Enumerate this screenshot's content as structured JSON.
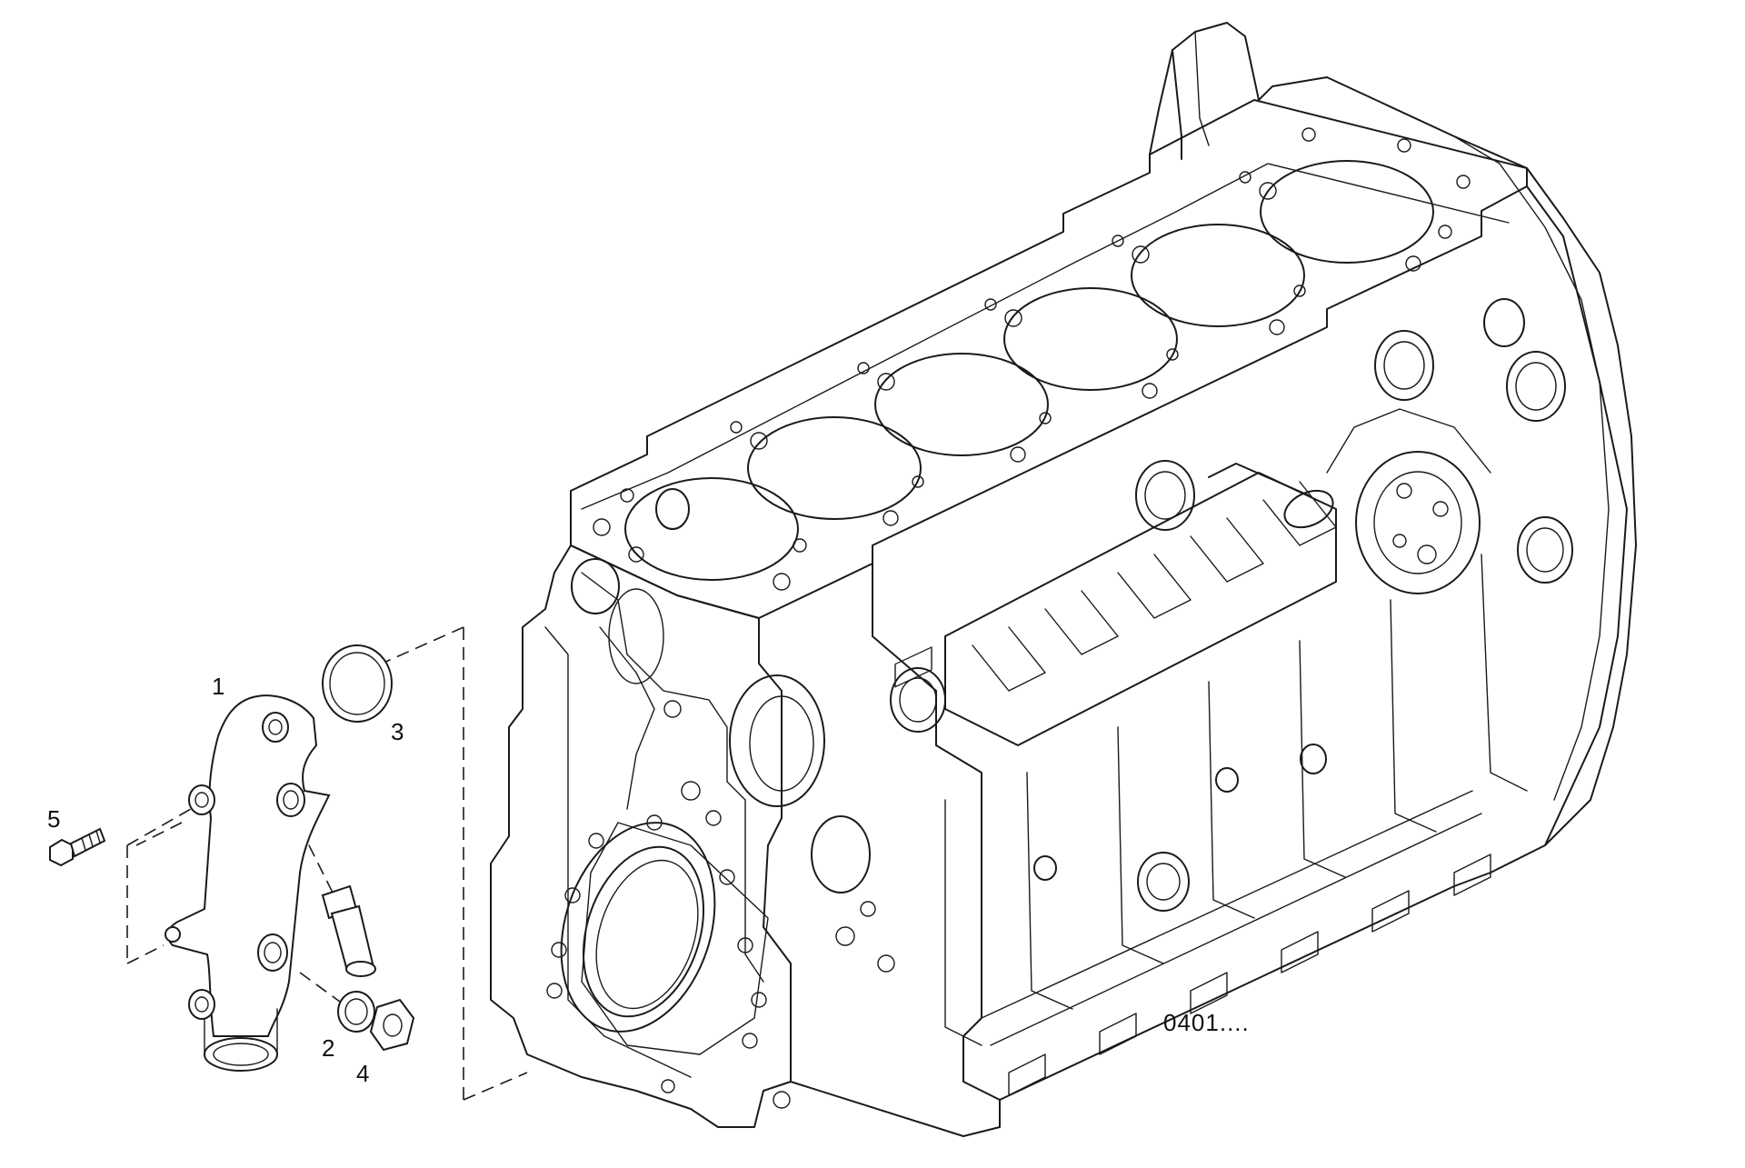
{
  "diagram": {
    "callouts": [
      {
        "id": "part-1",
        "label": "1"
      },
      {
        "id": "part-2",
        "label": "2"
      },
      {
        "id": "part-3",
        "label": "3"
      },
      {
        "id": "part-4",
        "label": "4"
      },
      {
        "id": "part-5",
        "label": "5"
      }
    ],
    "reference_code": "0401....",
    "line_color": "#1a1a1a",
    "background": "#ffffff"
  }
}
